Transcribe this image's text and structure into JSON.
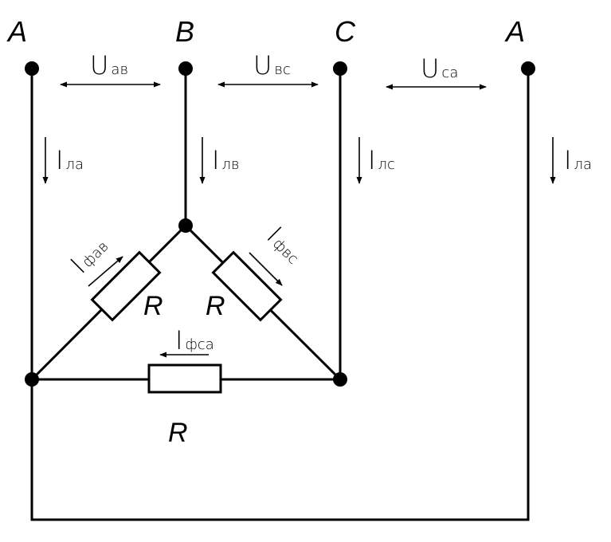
{
  "terminals": {
    "a_left": "A",
    "b": "B",
    "c": "C",
    "a_right": "A"
  },
  "voltages": {
    "u_ab": {
      "symbol": "U",
      "subscript": "ав"
    },
    "u_bc": {
      "symbol": "U",
      "subscript": "вс"
    },
    "u_ca": {
      "symbol": "U",
      "subscript": "са"
    }
  },
  "line_currents": {
    "i_la_left": {
      "symbol": "I",
      "subscript": "ла"
    },
    "i_lb": {
      "symbol": "I",
      "subscript": "лв"
    },
    "i_lc": {
      "symbol": "I",
      "subscript": "лс"
    },
    "i_la_right": {
      "symbol": "I",
      "subscript": "ла"
    }
  },
  "phase_currents": {
    "i_fab": {
      "symbol": "I",
      "subscript": "фав"
    },
    "i_fbc": {
      "symbol": "I",
      "subscript": "фвс"
    },
    "i_fca": {
      "symbol": "I",
      "subscript": "фса"
    }
  },
  "resistors": {
    "r_ab": "R",
    "r_bc": "R",
    "r_ca": "R"
  }
}
